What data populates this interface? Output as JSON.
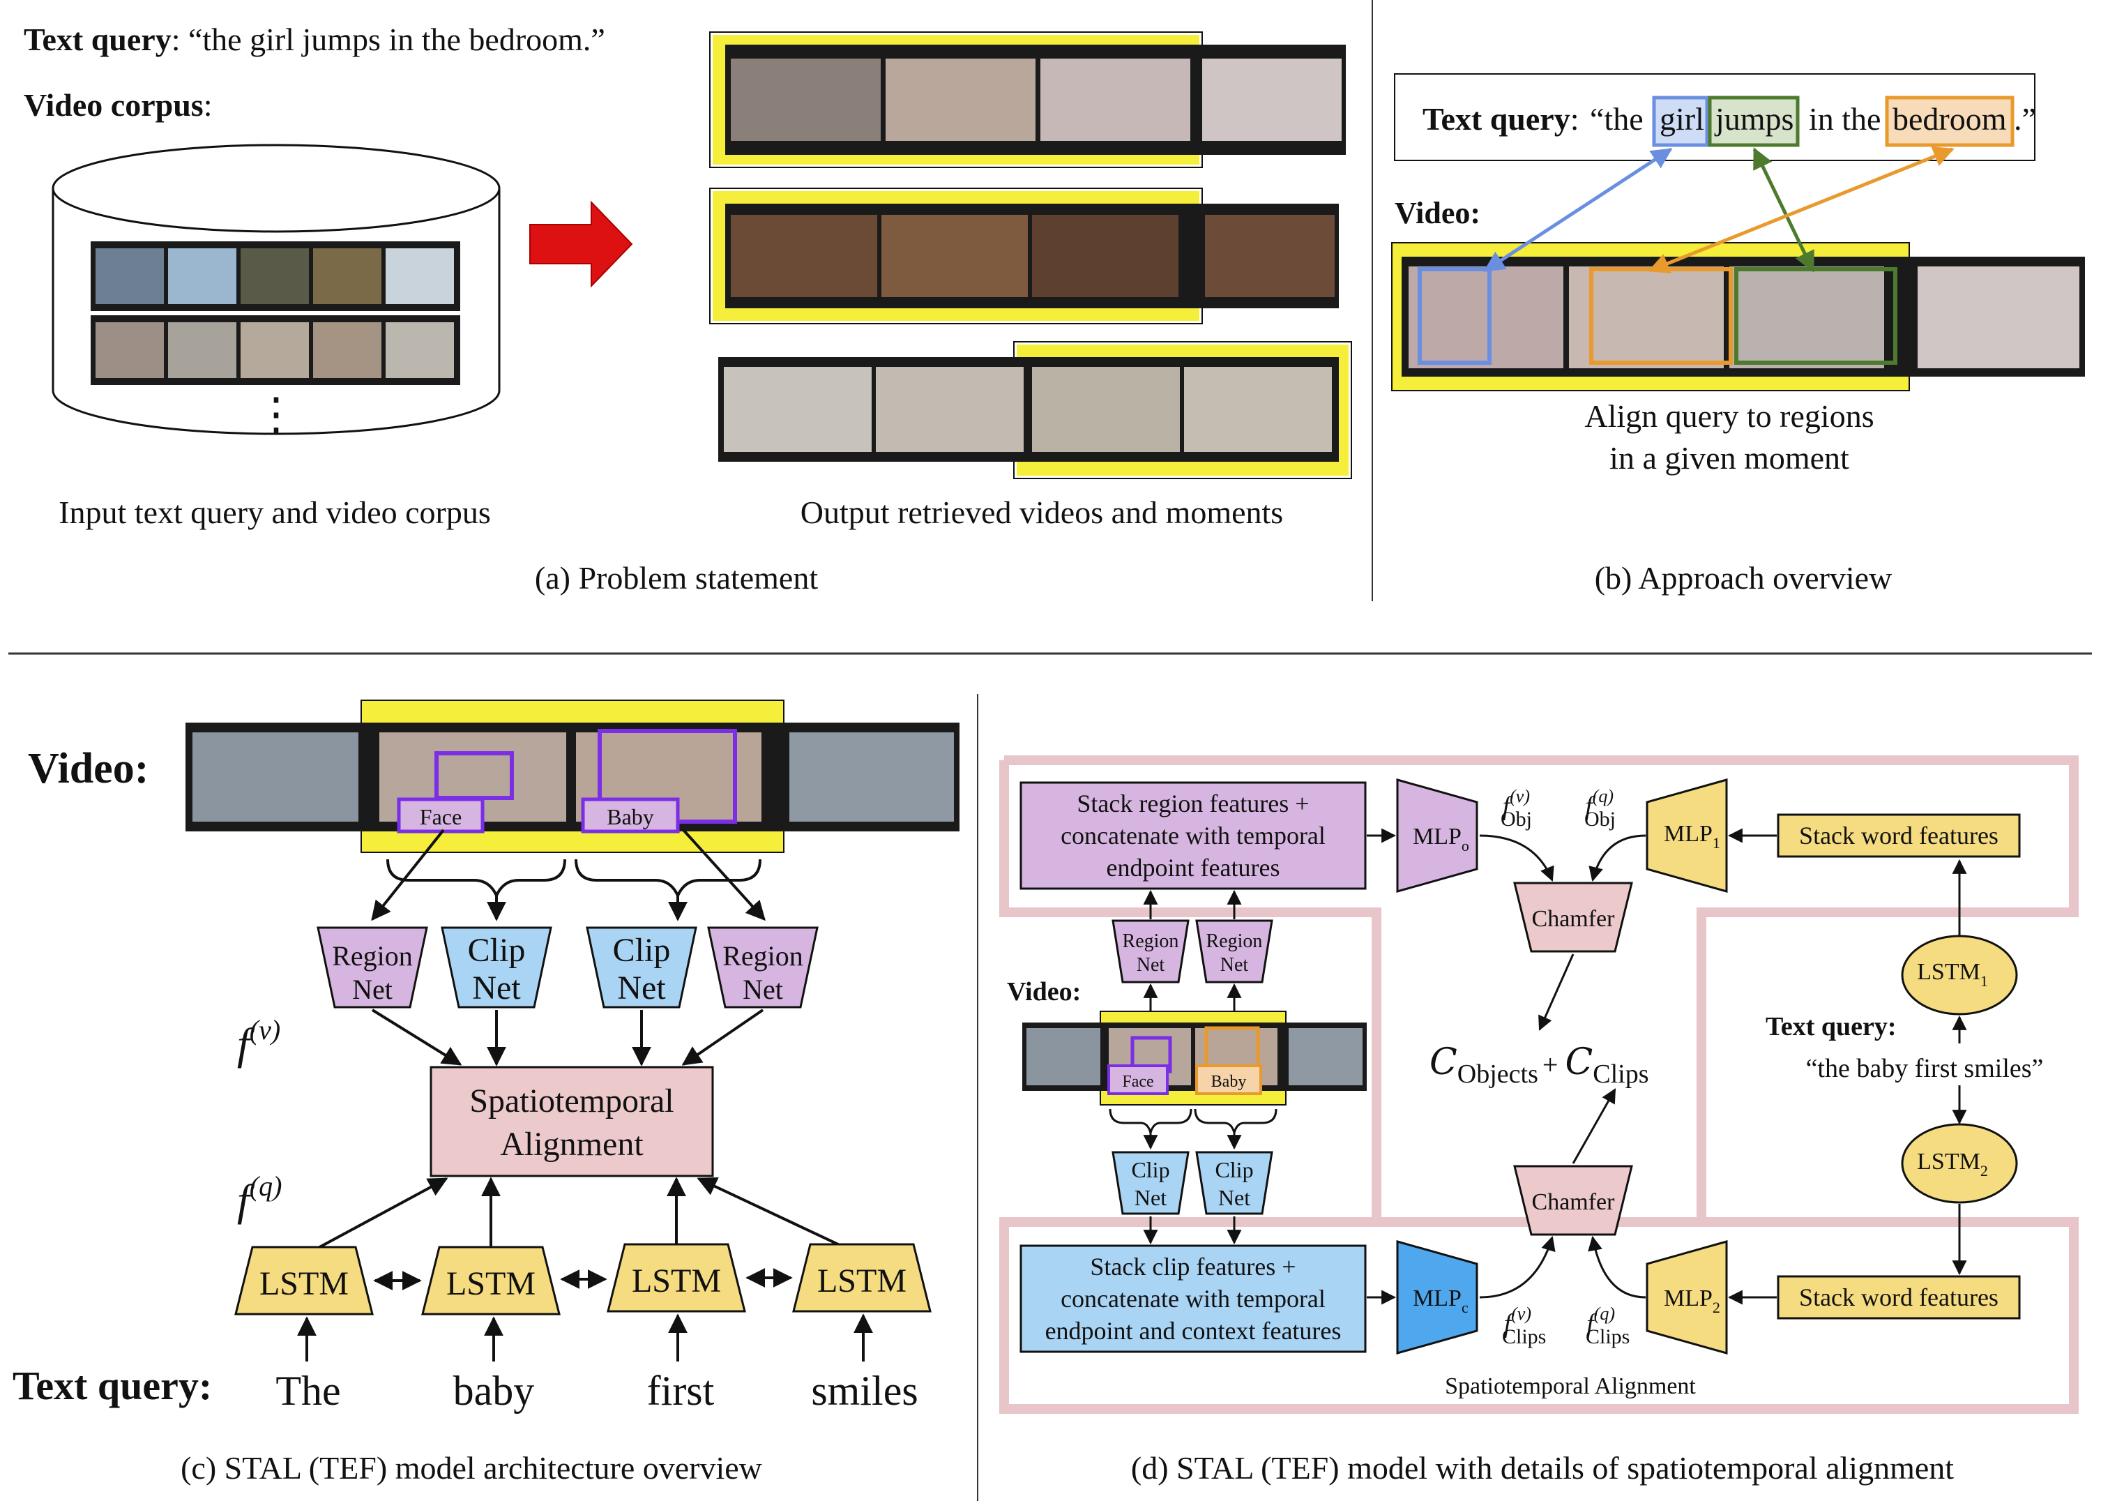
{
  "panel_a": {
    "query_label": "Text query",
    "query_text": ": “the girl jumps in the bedroom.”",
    "corpus_label": "Video corpus",
    "corpus_colon": ":",
    "ellipsis": "⋮",
    "input_caption": "Input text query and video corpus",
    "output_caption": "Output retrieved videos and moments",
    "caption": "(a) Problem statement"
  },
  "panel_b": {
    "query_label": "Text query",
    "q_colon": ":",
    "q_open": "“the",
    "w_girl": "girl",
    "w_jumps": "jumps",
    "w_in_the": "in the",
    "w_bedroom": "bedroom",
    "q_close": ".”",
    "video_label": "Video:",
    "align_line1": "Align query to regions",
    "align_line2": "in a given moment",
    "caption": "(b) Approach overview",
    "colors": {
      "girl": "#6b8fe0",
      "jumps": "#4e7a2e",
      "bedroom": "#e89a2c"
    }
  },
  "panel_c": {
    "video_label": "Video:",
    "face_tag": "Face",
    "baby_tag": "Baby",
    "nets": [
      {
        "line1": "Region",
        "line2": "Net"
      },
      {
        "line1": "Clip",
        "line2": "Net"
      },
      {
        "line1": "Clip",
        "line2": "Net"
      },
      {
        "line1": "Region",
        "line2": "Net"
      }
    ],
    "fv_label": "f",
    "fv_sup": "(v)",
    "fq_label": "f",
    "fq_sup": "(q)",
    "align_line1": "Spatiotemporal",
    "align_line2": "Alignment",
    "lstm_label": "LSTM",
    "words": [
      "The",
      "baby",
      "first",
      "smiles"
    ],
    "query_label": "Text query:",
    "caption": "(c) STAL (TEF) model architecture overview"
  },
  "panel_d": {
    "region_stack": [
      "Stack region features +",
      "concatenate with temporal",
      "endpoint features"
    ],
    "clip_stack": [
      "Stack clip features +",
      "concatenate with temporal",
      "endpoint and context features"
    ],
    "mlp_o": "MLP",
    "mlp_o_sub": "o",
    "mlp_c": "MLP",
    "mlp_c_sub": "c",
    "mlp_1": "MLP",
    "mlp_1_sub": "1",
    "mlp_2": "MLP",
    "mlp_2_sub": "2",
    "f_obj_v": "f",
    "f_obj_v_sup": "(v)",
    "f_obj_v_sub": "Obj",
    "f_obj_q": "f",
    "f_obj_q_sup": "(q)",
    "f_obj_q_sub": "Obj",
    "f_clips_v": "f",
    "f_clips_v_sup": "(v)",
    "f_clips_v_sub": "Clips",
    "f_clips_q": "f",
    "f_clips_q_sup": "(q)",
    "f_clips_q_sub": "Clips",
    "chamfer": "Chamfer",
    "c_obj": "C",
    "c_obj_sub": "Objects",
    "plus": "+",
    "c_clips": "C",
    "c_clips_sub": "Clips",
    "word_feats": "Stack word features",
    "lstm1": "LSTM",
    "lstm1_sub": "1",
    "lstm2": "LSTM",
    "lstm2_sub": "2",
    "query_label": "Text query:",
    "query_text": "“the baby first smiles”",
    "video_label": "Video:",
    "region_net": [
      "Region",
      "Net"
    ],
    "clip_net": [
      "Clip",
      "Net"
    ],
    "face_tag": "Face",
    "baby_tag": "Baby",
    "align_label": "Spatiotemporal Alignment",
    "caption": "(d) STAL (TEF) model with details of spatiotemporal alignment"
  },
  "colors": {
    "highlight": "#f5ee3a",
    "region": "#d6b6e0",
    "clip": "#aad4f4",
    "lstm": "#f6dc80",
    "align": "#ecc9cb",
    "mlp_c": "#4fa8ee",
    "pink_frame": "#e8c5c8",
    "arrow_red": "#dd1111",
    "purple_box": "#7a2ee6"
  }
}
